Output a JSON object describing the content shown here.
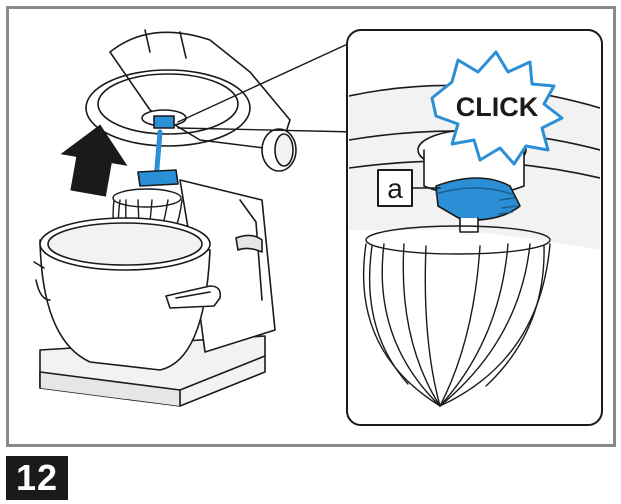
{
  "step": {
    "number": "12"
  },
  "callout": {
    "click_text": "CLICK",
    "part_label": "a"
  },
  "colors": {
    "accent_blue": "#2b8fd6",
    "frame_gray": "#8a8a8a",
    "line": "#1a1a1a",
    "light_fill": "#f2f2f2"
  },
  "icons": {
    "arrow": "arrow-up-icon",
    "burst": "starburst-icon"
  }
}
